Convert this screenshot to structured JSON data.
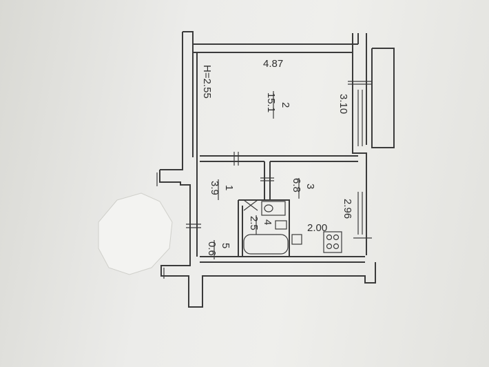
{
  "plan": {
    "ceiling_height": "H=2.55",
    "rooms": [
      {
        "number": "2",
        "area": "15.1"
      },
      {
        "number": "1",
        "area": "3.9"
      },
      {
        "number": "3",
        "area": "6.8"
      },
      {
        "number": "4",
        "area": "2.5"
      },
      {
        "number": "5",
        "area": "0.6"
      }
    ],
    "dimensions": {
      "room2_length": "4.87",
      "room2_width": "3.10",
      "kitchen_length": "2.96",
      "kitchen_width": "2.00"
    }
  }
}
